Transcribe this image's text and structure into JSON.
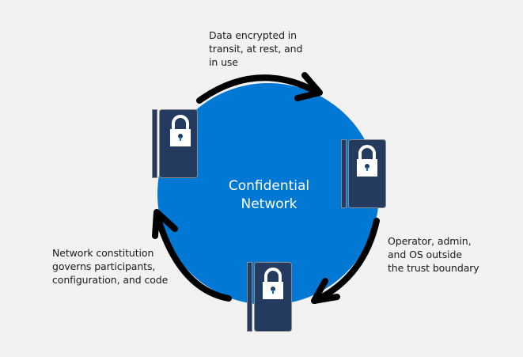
{
  "diagram": {
    "title": "Confidential Network",
    "center_label_lines": [
      "Confidential",
      "Network"
    ],
    "colors": {
      "background": "#f2f2f2",
      "circle": "#0078d4",
      "book_cover": "#243a5e",
      "book_border": "#8a8a8a",
      "lock": "#ffffff",
      "keyhole": "#243a5e",
      "keyhole_accent": "#0078d4",
      "arrow": "#000000",
      "text": "#1a1a1a",
      "center_text": "#ffffff"
    },
    "captions": {
      "top": [
        "Data encrypted in",
        "transit, at rest, and",
        "in use"
      ],
      "right": [
        "Operator, admin,",
        "and OS outside",
        "the trust boundary"
      ],
      "left": [
        "Network constitution",
        "governs participants,",
        "configuration, and code"
      ]
    },
    "nodes": [
      {
        "name": "node-top-left",
        "icon": "locked-book-icon"
      },
      {
        "name": "node-right",
        "icon": "locked-book-icon"
      },
      {
        "name": "node-bottom",
        "icon": "locked-book-icon"
      }
    ],
    "arrows": [
      {
        "name": "arrow-top",
        "direction": "clockwise"
      },
      {
        "name": "arrow-right",
        "direction": "clockwise"
      },
      {
        "name": "arrow-left",
        "direction": "clockwise"
      }
    ]
  }
}
